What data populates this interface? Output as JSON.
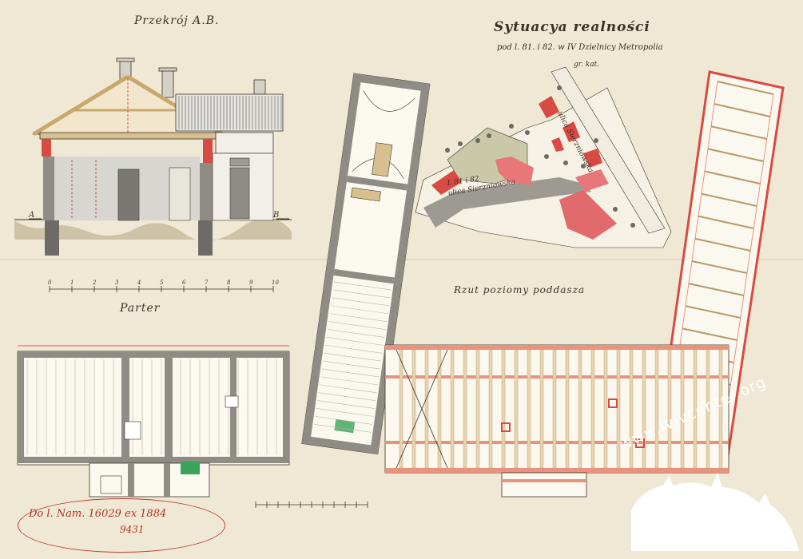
{
  "drawing": {
    "section_title": "Przekrój A.B.",
    "plan_title": "Parter",
    "site_title": "Sytuacya realności",
    "site_subtitle_1": "pod l. 81. i 82. w IV Dzielnicy Metropolia",
    "site_subtitle_2": "gr. kat.",
    "attic_title": "Rzut poziomy poddasza",
    "street_label_1": "ulica Sierzniowska",
    "street_label_2": "ulica Sierzniowska",
    "lot_label": "L 81 i 82",
    "stamp_line_1": "Do l. Nam. 16029 ex 1884",
    "stamp_line_2": "9431",
    "section_marker_a": "A",
    "section_marker_b": "B",
    "watermark": "www.lvivcenter.org",
    "scale_labels": [
      "0",
      "1",
      "2",
      "3",
      "4",
      "5",
      "6",
      "7",
      "8",
      "9",
      "10"
    ]
  },
  "colors": {
    "paper": "#efe8d4",
    "ink": "#3a3228",
    "wall_gray": "#8f8c86",
    "brick_red": "#d94a43",
    "roof_wood": "#d8bf90",
    "green": "#39a35a",
    "stamp_red": "#c23b2e"
  }
}
